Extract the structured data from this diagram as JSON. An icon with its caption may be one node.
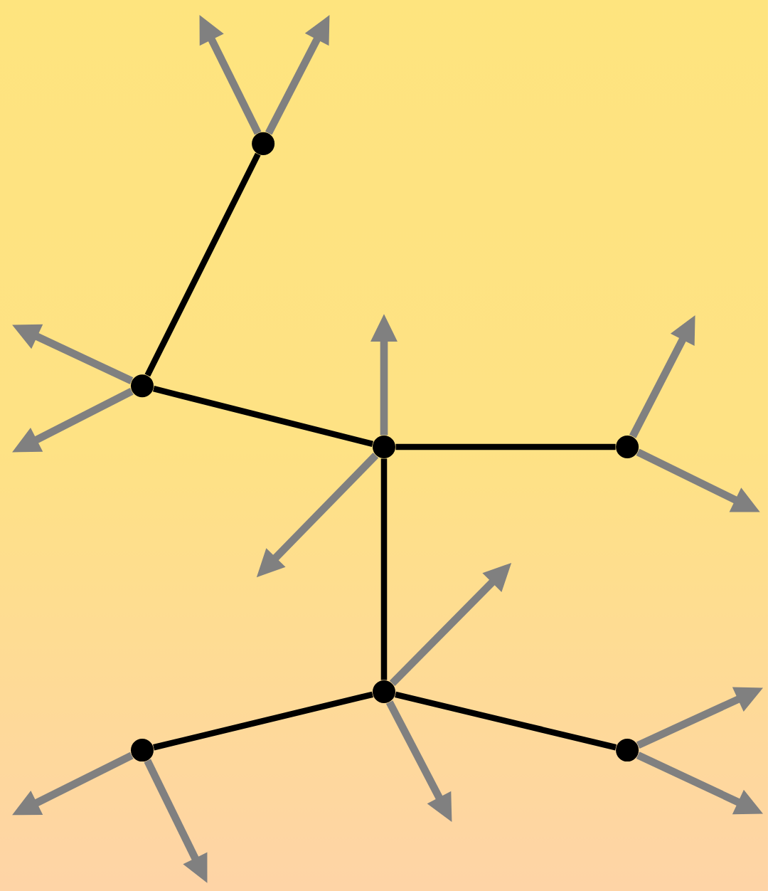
{
  "diagram": {
    "nodes": [
      {
        "text": [],
        "shape": "circle"
      },
      {
        "text": [],
        "shape": "circle"
      },
      {
        "text": [],
        "shape": "circle"
      },
      {
        "text": [],
        "shape": "circle"
      },
      {
        "text": [],
        "shape": "circle"
      },
      {
        "text": [],
        "shape": "circle"
      },
      {
        "text": [],
        "shape": "circle"
      }
    ],
    "edges": [
      {
        "from": 0,
        "to": 1,
        "arrow": "none",
        "color": "#000000"
      },
      {
        "from": 1,
        "to": 2,
        "arrow": "none",
        "color": "#000000"
      },
      {
        "from": 2,
        "to": 3,
        "arrow": "none",
        "color": "#000000"
      },
      {
        "from": 2,
        "to": 4,
        "arrow": "none",
        "color": "#000000"
      },
      {
        "from": 4,
        "to": 5,
        "arrow": "none",
        "color": "#000000"
      },
      {
        "from": 4,
        "to": 6,
        "arrow": "none",
        "color": "#000000"
      },
      {
        "from": 0,
        "to": null,
        "arrow": "to"
      },
      {
        "from": 0,
        "to": null,
        "arrow": "to"
      },
      {
        "from": 1,
        "to": null,
        "arrow": "to"
      },
      {
        "from": 1,
        "to": null,
        "arrow": "to"
      },
      {
        "from": 2,
        "to": null,
        "arrow": "to"
      },
      {
        "from": 2,
        "to": null,
        "arrow": "to"
      },
      {
        "from": 3,
        "to": null,
        "arrow": "to"
      },
      {
        "from": 3,
        "to": null,
        "arrow": "to"
      },
      {
        "from": 4,
        "to": null,
        "arrow": "to"
      },
      {
        "from": 4,
        "to": null,
        "arrow": "to"
      },
      {
        "from": 5,
        "to": null,
        "arrow": "to"
      },
      {
        "from": 5,
        "to": null,
        "arrow": "to"
      },
      {
        "from": 6,
        "to": null,
        "arrow": "to"
      },
      {
        "from": 6,
        "to": null,
        "arrow": "to"
      }
    ]
  }
}
